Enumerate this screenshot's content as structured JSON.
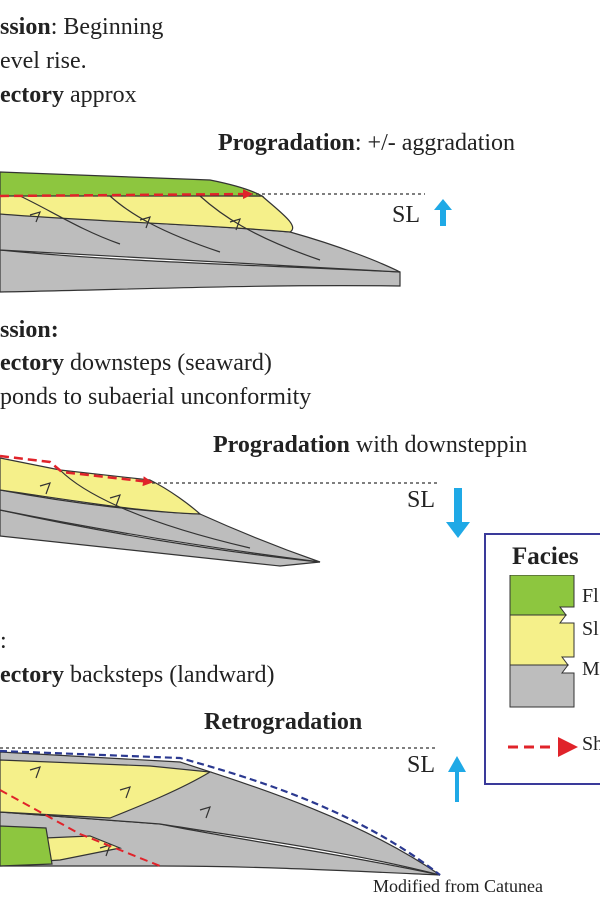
{
  "panel1": {
    "line1_bold": "ssion",
    "line1_rest": ": Beginning",
    "line2": "evel rise.",
    "line3_bold": "ectory",
    "line3_rest": " approx",
    "caption_bold": "Progradation",
    "caption_rest": ": +/- aggradation",
    "sl_label": "SL"
  },
  "panel2": {
    "line1_bold": "ssion:",
    "line2_bold": "ectory",
    "line2_rest": " downsteps (seaward)",
    "line3": "ponds to subaerial unconformity",
    "caption_bold": "Progradation",
    "caption_rest": " with downsteppin",
    "sl_label": "SL"
  },
  "panel3": {
    "line1": ":",
    "line2_bold": "ectory",
    "line2_rest": " backsteps (landward)",
    "caption_bold": "Retrogradation",
    "sl_label": "SL"
  },
  "legend": {
    "title": "Facies",
    "items": [
      {
        "label": "Fl",
        "color": "#8dc63f"
      },
      {
        "label": "Sl",
        "color": "#f5f08a"
      },
      {
        "label": "M",
        "color": "#bdbdbd"
      },
      {
        "label": "Sh",
        "color": "#e0232a"
      }
    ]
  },
  "credit": "Modified from Catunea",
  "colors": {
    "fluvial": "#8dc63f",
    "shoreface": "#f5f08a",
    "marine": "#bdbdbd",
    "trajectory": "#e0232a",
    "arrow": "#1fa9e6",
    "border": "#3a3a9a"
  }
}
